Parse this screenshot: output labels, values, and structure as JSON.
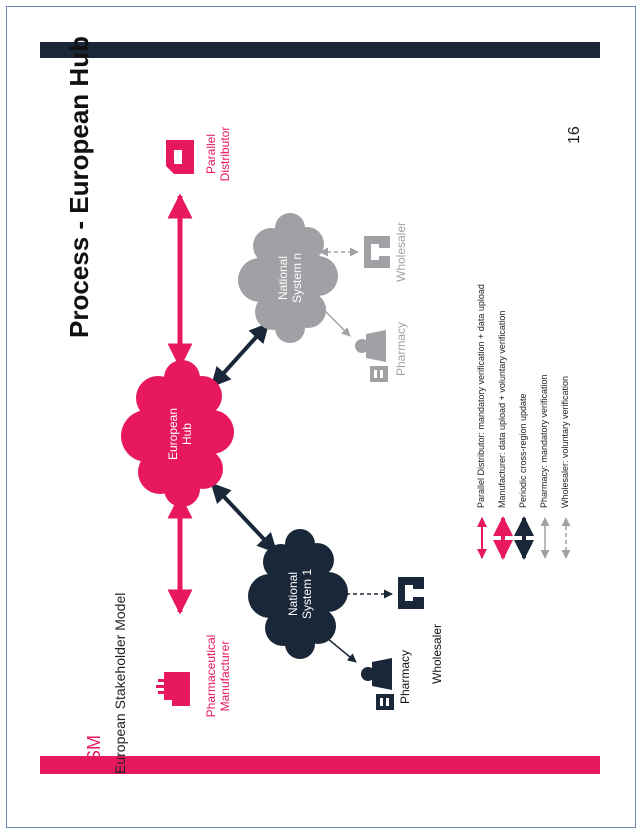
{
  "slide": {
    "title": "Process - European Hub",
    "brand": "ESM",
    "brand_subtitle": "European Stakeholder Model",
    "page_number": "16"
  },
  "nodes": {
    "european_hub": [
      "European",
      "Hub"
    ],
    "national_system_1": [
      "National",
      "System 1"
    ],
    "national_system_n": [
      "National",
      "System n"
    ],
    "pharmaceutical_manufacturer": [
      "Pharmaceutical",
      "Manufacturer"
    ],
    "parallel_distributor": [
      "Parallel",
      "Distributor"
    ],
    "pharmacy_1": "Pharmacy",
    "wholesaler_1": "Wholesaler",
    "pharmacy_n": "Pharmacy",
    "wholesaler_n": "Wholesaler"
  },
  "legend": [
    "Parallel Distributor: mandatory verification + data upload",
    "Manufacturer: data upload + voluntary verification",
    "Periodic cross-region update",
    "Pharmacy: mandatory verification",
    "Wholesaler: voluntary verification"
  ],
  "colors": {
    "accent": "#e8185f",
    "navy": "#1a2738",
    "gray": "#9fa1a4",
    "frame": "#6b86b8"
  }
}
